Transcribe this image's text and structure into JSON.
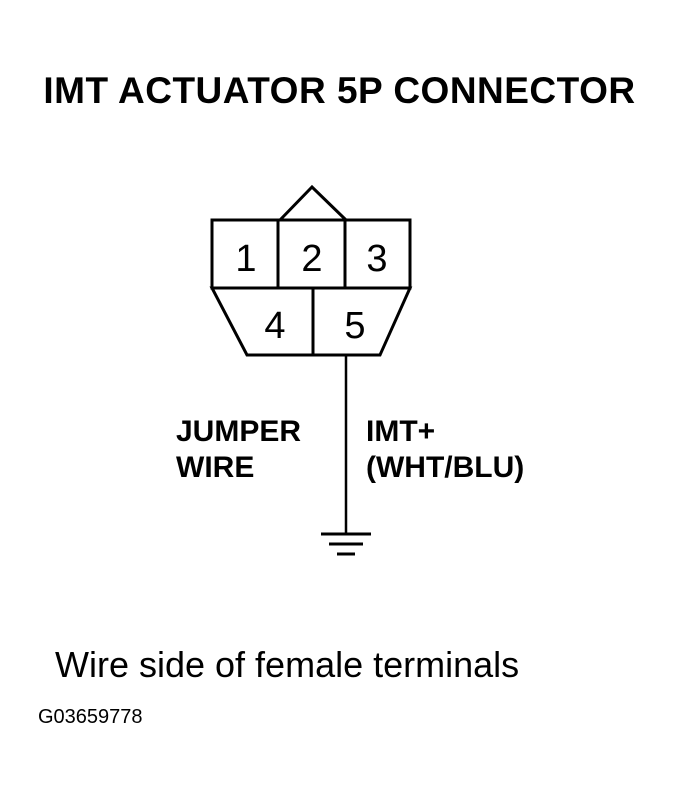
{
  "title": "IMT ACTUATOR 5P CONNECTOR",
  "connector": {
    "terminals": [
      {
        "number": "1",
        "row": "top"
      },
      {
        "number": "2",
        "row": "top"
      },
      {
        "number": "3",
        "row": "top"
      },
      {
        "number": "4",
        "row": "bottom"
      },
      {
        "number": "5",
        "row": "bottom"
      }
    ]
  },
  "labels": {
    "jumper_line1": "JUMPER",
    "jumper_line2": "WIRE",
    "imt_line1": "IMT+",
    "imt_line2": "(WHT/BLU)"
  },
  "caption": "Wire side of female terminals",
  "figure_code": "G03659778",
  "colors": {
    "ink": "#000000",
    "background": "#ffffff"
  }
}
